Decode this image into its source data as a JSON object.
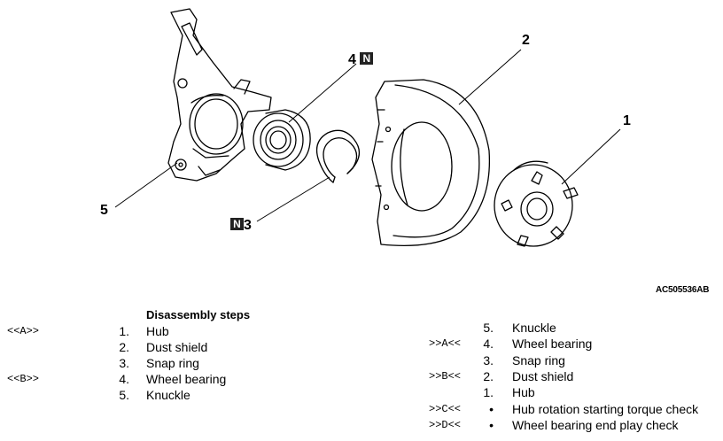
{
  "figure": {
    "id": "AC505536AB",
    "callouts": {
      "c1": "1",
      "c2": "2",
      "c3": "3",
      "c4": "4",
      "c5": "5",
      "n_mark": "N"
    }
  },
  "disassembly": {
    "heading": "Disassembly steps",
    "steps": [
      {
        "mark": "<<A>>",
        "num": "1.",
        "text": "Hub"
      },
      {
        "mark": "",
        "num": "2.",
        "text": "Dust shield"
      },
      {
        "mark": "",
        "num": "3.",
        "text": "Snap ring"
      },
      {
        "mark": "<<B>>",
        "num": "4.",
        "text": "Wheel bearing"
      },
      {
        "mark": "",
        "num": "5.",
        "text": "Knuckle"
      }
    ]
  },
  "reassembly": {
    "steps": [
      {
        "mark": "",
        "num": "5.",
        "text": "Knuckle"
      },
      {
        "mark": ">>A<<",
        "num": "4.",
        "text": "Wheel bearing"
      },
      {
        "mark": "",
        "num": "3.",
        "text": "Snap ring"
      },
      {
        "mark": ">>B<<",
        "num": "2.",
        "text": "Dust shield"
      },
      {
        "mark": "",
        "num": "1.",
        "text": "Hub"
      },
      {
        "mark": ">>C<<",
        "num": "•",
        "text": "Hub rotation starting torque check"
      },
      {
        "mark": ">>D<<",
        "num": "•",
        "text": "Wheel bearing end play check"
      }
    ]
  }
}
